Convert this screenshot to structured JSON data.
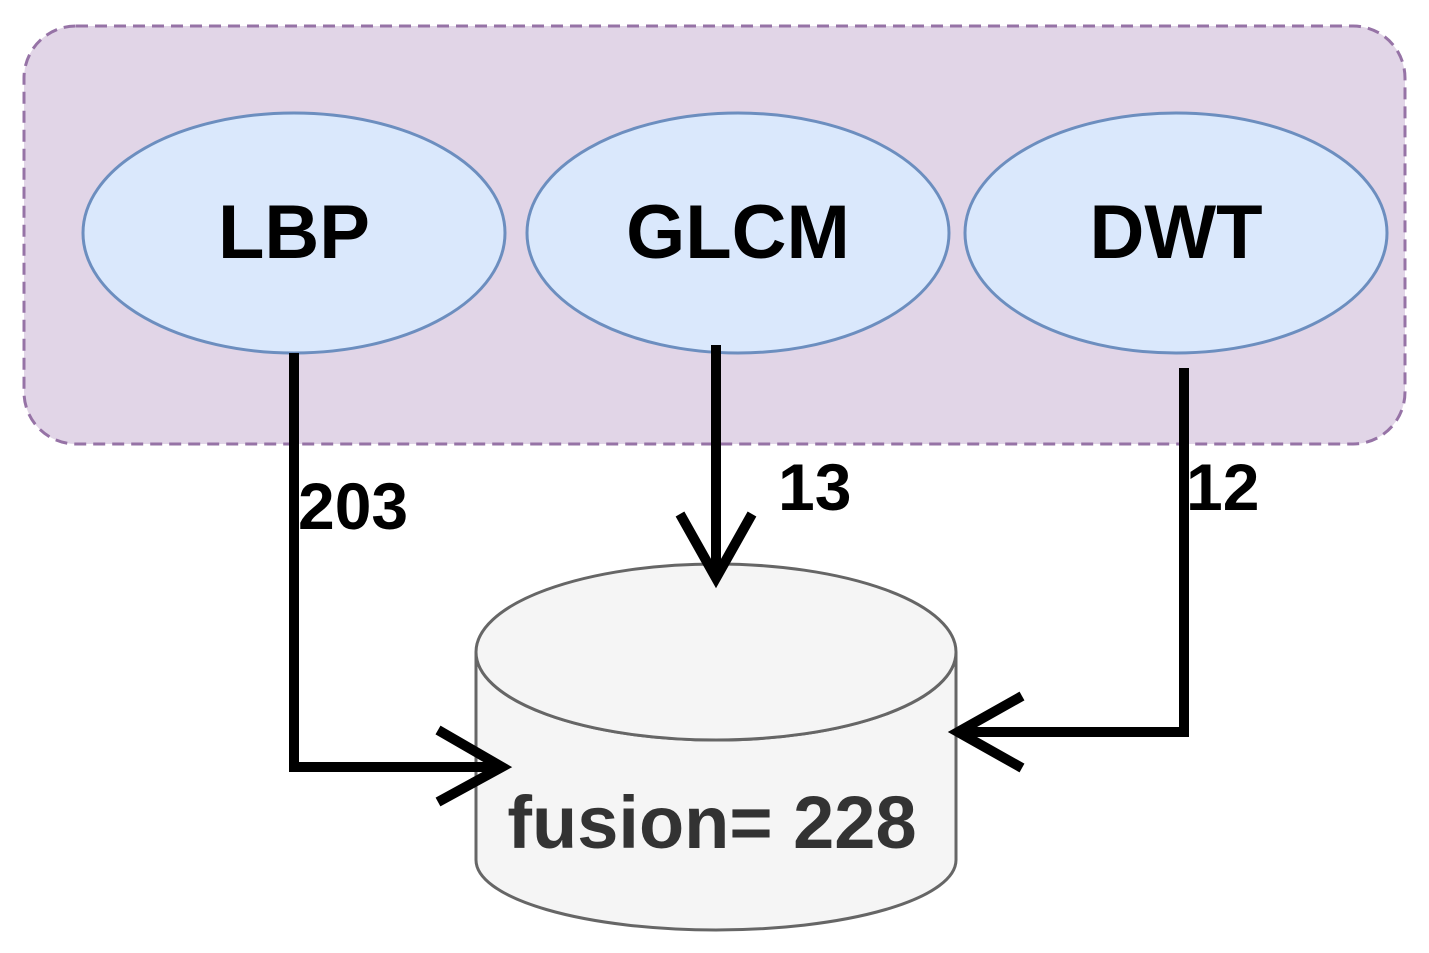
{
  "colors": {
    "group_fill": "#e1d5e7",
    "group_stroke": "#9673a6",
    "node_fill": "#dae8fc",
    "node_stroke": "#6c8ebf",
    "db_fill": "#f5f5f5",
    "db_stroke": "#666666",
    "edge_color": "#000000"
  },
  "nodes": {
    "lbp": {
      "label": "LBP"
    },
    "glcm": {
      "label": "GLCM"
    },
    "dwt": {
      "label": "DWT"
    }
  },
  "edges": {
    "lbp_to_fusion": {
      "label": "203"
    },
    "glcm_to_fusion": {
      "label": "13"
    },
    "dwt_to_fusion": {
      "label": "12"
    }
  },
  "fusion": {
    "label": "fusion= 228"
  }
}
